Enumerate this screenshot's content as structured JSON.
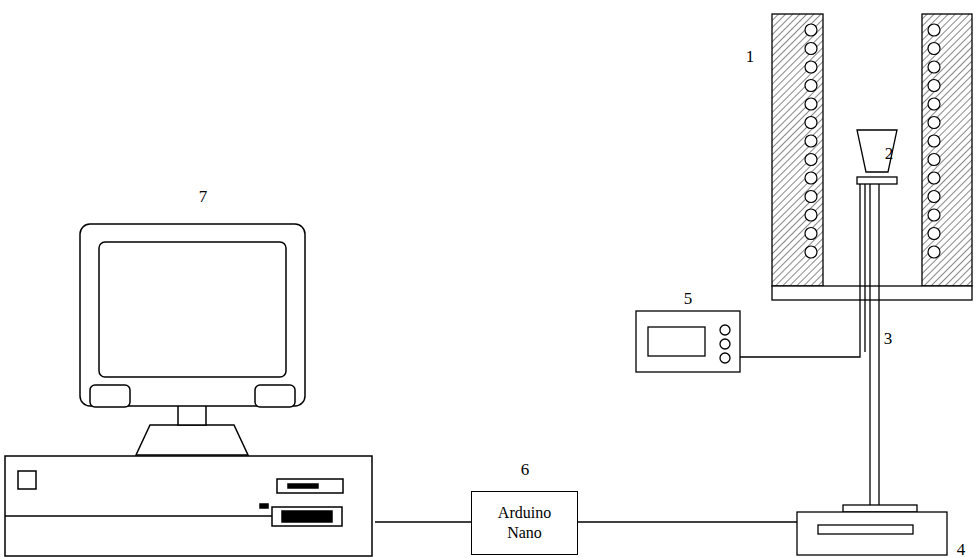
{
  "diagram": {
    "nodes": [
      {
        "text": [
          "Arduino Nano"
        ]
      }
    ],
    "labels": [
      "1",
      "2",
      "3",
      "4",
      "5",
      "6",
      "7"
    ]
  }
}
